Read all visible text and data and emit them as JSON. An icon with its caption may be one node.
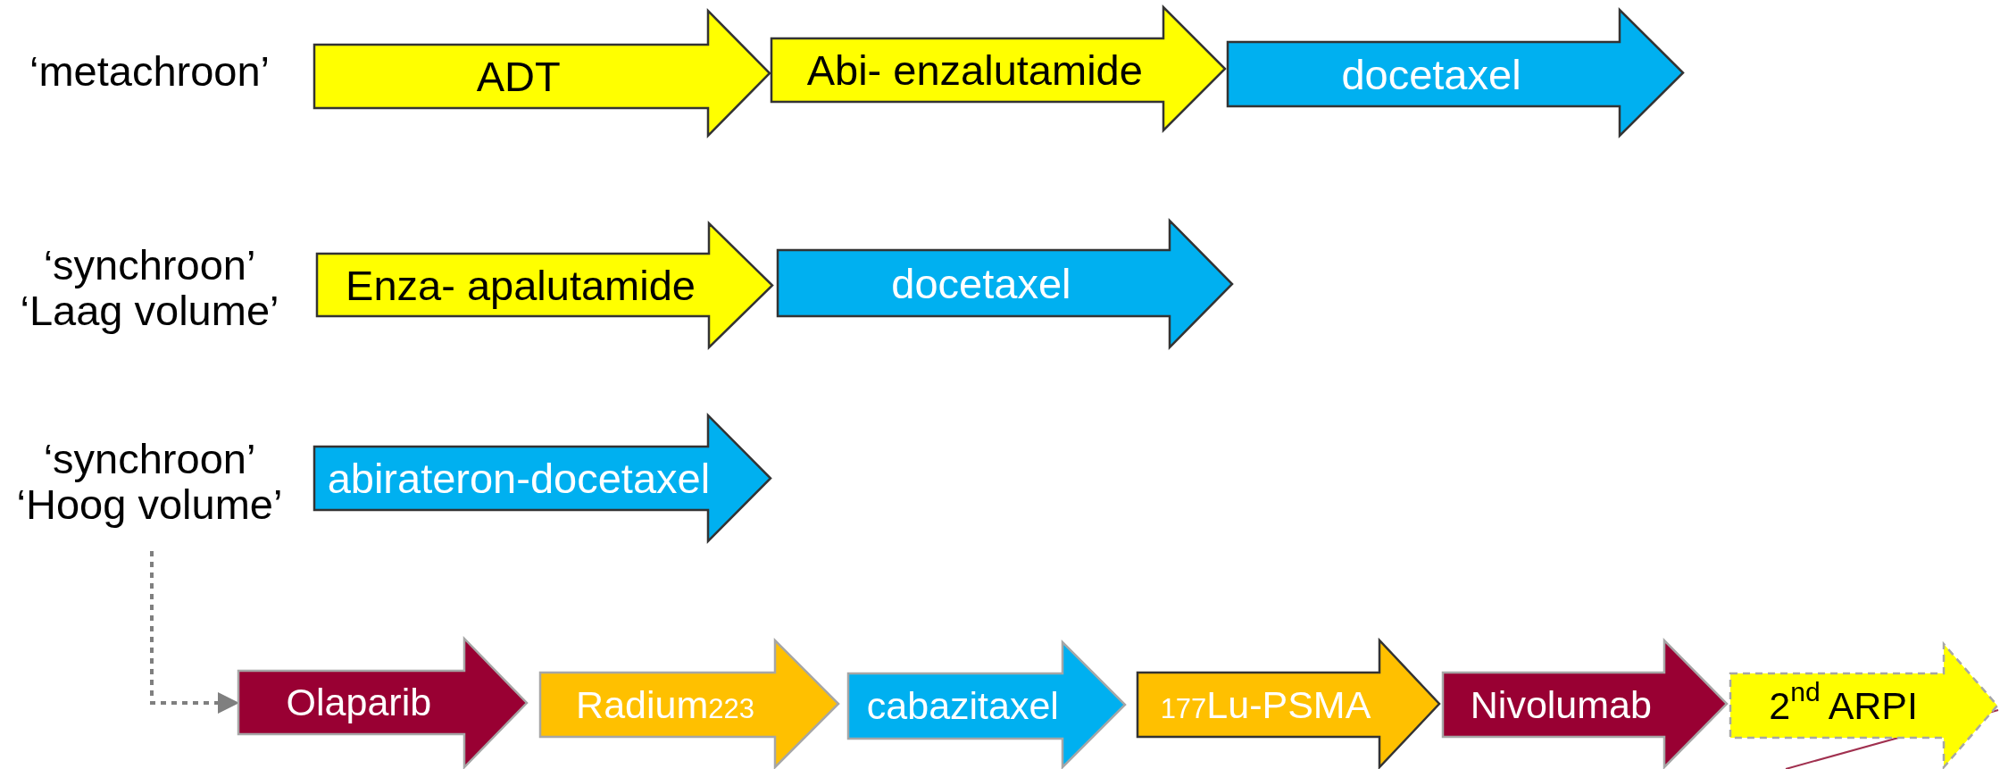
{
  "diagram": {
    "nodes": [
      {
        "text": [
          "ADT"
        ]
      },
      {
        "text": [
          "Abi- enzalutamide"
        ]
      },
      {
        "text": [
          "docetaxel"
        ]
      },
      {
        "text": [
          "Enza- apalutamide"
        ]
      },
      {
        "text": [
          "docetaxel"
        ]
      },
      {
        "text": [
          "‘synchroon’ ‘Hoog volume’"
        ]
      },
      {
        "text": [
          "abirateron-docetaxel"
        ]
      },
      {
        "text": [
          "Olaparib"
        ]
      },
      {
        "text": [
          "Radium$_{223}$"
        ]
      },
      {
        "text": [
          "cabazitaxel"
        ]
      },
      {
        "text": [
          "$_{177}$Lu-PSMA"
        ]
      },
      {
        "text": [
          "Nivolumab"
        ]
      },
      {
        "text": [
          "2$^{nd}$ ARPI"
        ]
      }
    ],
    "edges": [
      {
        "from": 5,
        "to": 7,
        "arrow": "to",
        "style": "dashed",
        "color": "#7f7f7f"
      },
      {
        "from": 12,
        "to": null,
        "arrow": "none",
        "color": "#a0304f"
      }
    ],
    "labels": [
      "‘metachroon’",
      "‘synchroon’ ‘Laag volume’"
    ]
  }
}
